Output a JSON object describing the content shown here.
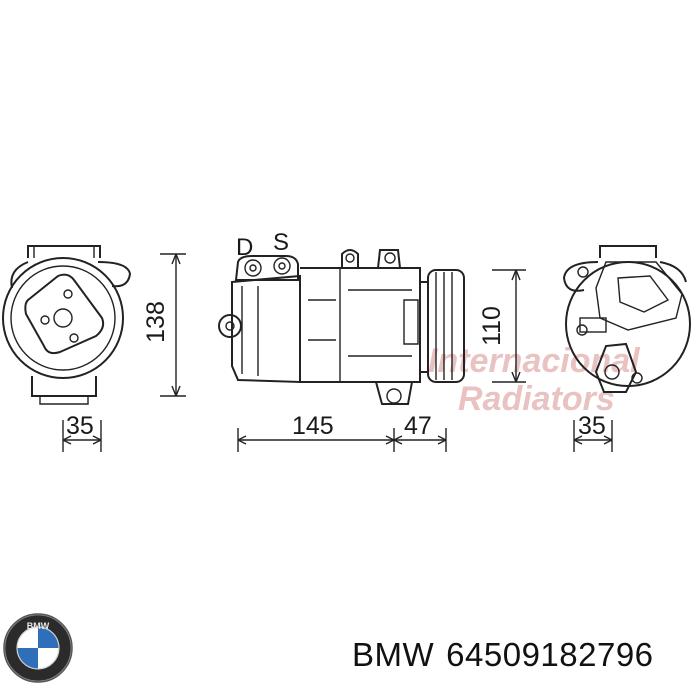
{
  "labels": {
    "port_discharge": "D",
    "port_suction": "S"
  },
  "dimensions": {
    "front_view_width": "35",
    "front_view_height": "138",
    "side_body_length": "145",
    "side_pulley_length": "47",
    "side_pulley_height": "110",
    "rear_view_width": "35"
  },
  "watermark": {
    "line1": "Internacional",
    "line2": "Radiators"
  },
  "caption": {
    "brand": "BMW",
    "part_number": "64509182796"
  },
  "logo": {
    "text": "BMW"
  }
}
